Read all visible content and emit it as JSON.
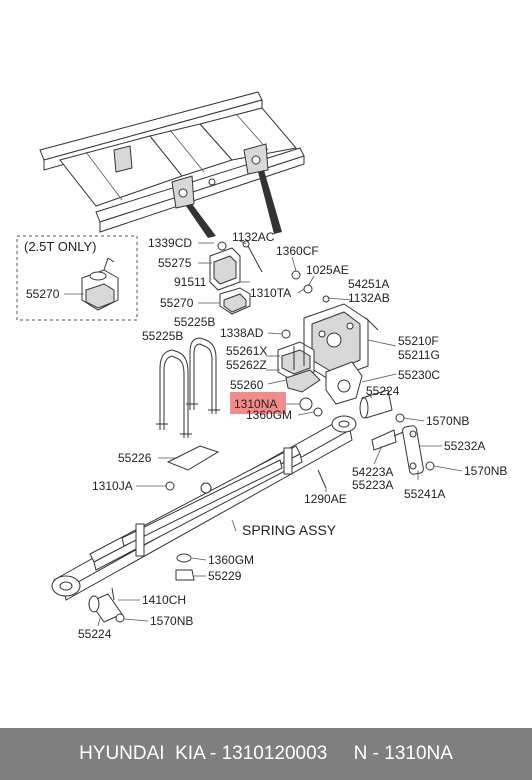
{
  "labels": {
    "inset_title": "(2.5T ONLY)",
    "l55270_inset": "55270",
    "l1339CD": "1339CD",
    "l1132AC": "1132AC",
    "l55275": "55275",
    "l1360CF": "1360CF",
    "l1025AE": "1025AE",
    "l91511": "91511",
    "l1310TA": "1310TA",
    "l54251A": "54251A",
    "l1132AB": "1132AB",
    "l55270": "55270",
    "l55225B_a": "55225B",
    "l55225B_b": "55225B",
    "l1338AD": "1338AD",
    "l55210F": "55210F",
    "l55211G": "55211G",
    "l55261X": "55261X",
    "l55262Z": "55262Z",
    "l55230C": "55230C",
    "l55260": "55260",
    "l55224_top": "55224",
    "l1310NA": "1310NA",
    "l1360GM_top": "1360GM",
    "l1570NB_top": "1570NB",
    "l55232A": "55232A",
    "l55226": "55226",
    "l54223A": "54223A",
    "l1570NB_mid": "1570NB",
    "l55223A": "55223A",
    "l55241A": "55241A",
    "l1310JA": "1310JA",
    "l1290AE": "1290AE",
    "spring_assy": "SPRING ASSY",
    "l1360GM_bot": "1360GM",
    "l55229": "55229",
    "l1410CH": "1410CH",
    "l55224_bot": "55224",
    "l1570NB_bot": "1570NB"
  },
  "highlight_color": "#f08c8c",
  "footer": {
    "text": "HYUNDAI  KIA - 1310120003     N - 1310NA"
  }
}
